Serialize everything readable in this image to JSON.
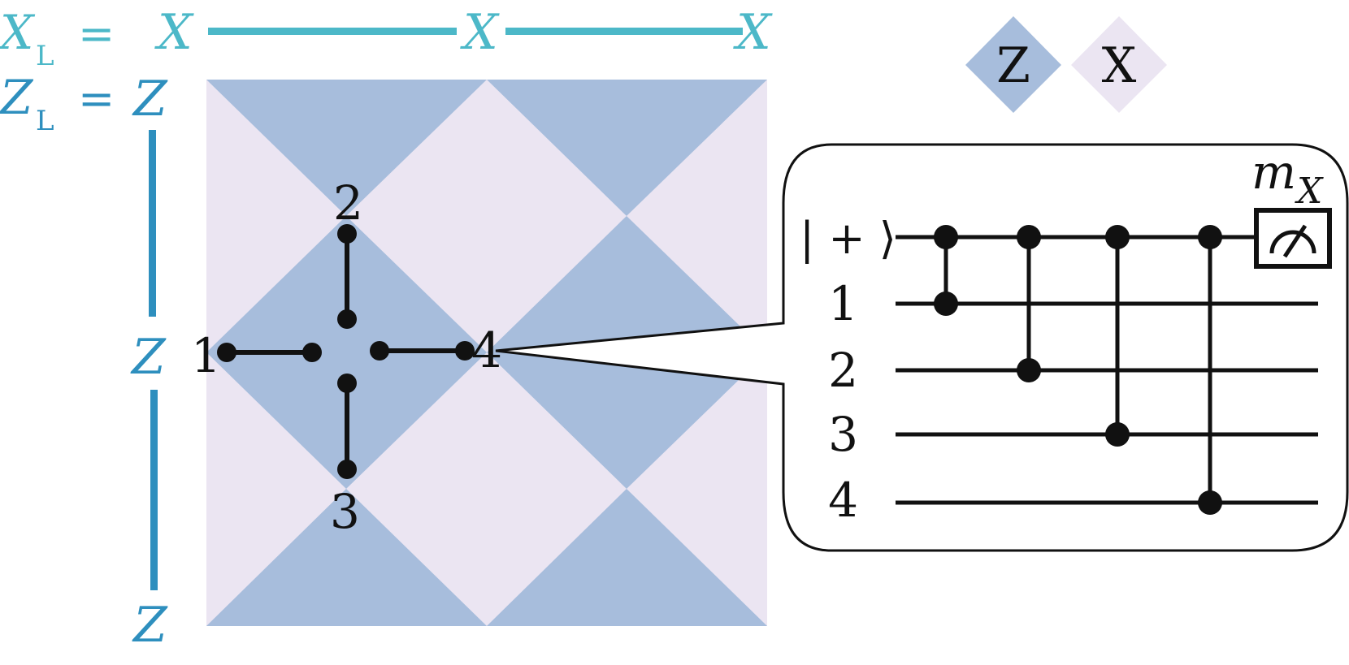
{
  "logical_ops": {
    "xl": {
      "symbol": "X",
      "sub": "L",
      "eq": "=",
      "ops": [
        "X",
        "X",
        "X"
      ]
    },
    "zl": {
      "symbol": "Z",
      "sub": "L",
      "eq": "=",
      "ops": [
        "Z",
        "Z",
        "Z"
      ]
    }
  },
  "legend": {
    "z_label": "Z",
    "x_label": "X"
  },
  "plaquette": {
    "qubit_labels": [
      "1",
      "2",
      "3",
      "4"
    ]
  },
  "circuit": {
    "ancilla_state": "| + ⟩",
    "wire_labels": [
      "1",
      "2",
      "3",
      "4"
    ],
    "measure_label": "m",
    "measure_sub": "X"
  },
  "colors": {
    "z_stabilizer": "#a7bddc",
    "x_stabilizer": "#ebe5f2",
    "logical_x": "#4cb8c8",
    "logical_z": "#2e8fbe",
    "ink": "#111111"
  }
}
